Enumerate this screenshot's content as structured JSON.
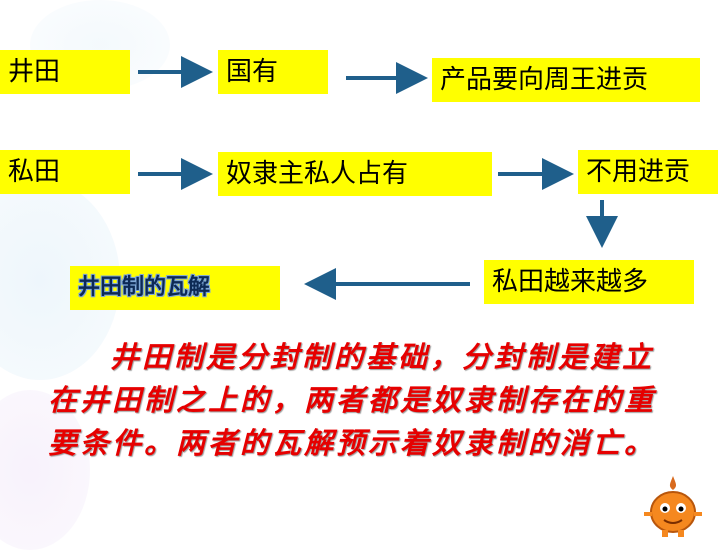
{
  "boxes": {
    "jingtian": "井田",
    "guoyou": "国有",
    "gongfeng": "产品要向周王进贡",
    "sitian": "私田",
    "nuli": "奴隶主私人占有",
    "buyong": "不用进贡",
    "yuelai": "私田越来越多",
    "wajie": "井田制的瓦解"
  },
  "paragraph": "井田制是分封制的基础，分封制是建立在井田制之上的，两者都是奴隶制存在的重要条件。两者的瓦解预示着奴隶制的消亡。",
  "colors": {
    "box": "#ffff00",
    "arrow": "#1f5f8b",
    "text_red": "#e60000"
  },
  "icons": {
    "mascot": "cartoon-onion-mascot-icon"
  }
}
